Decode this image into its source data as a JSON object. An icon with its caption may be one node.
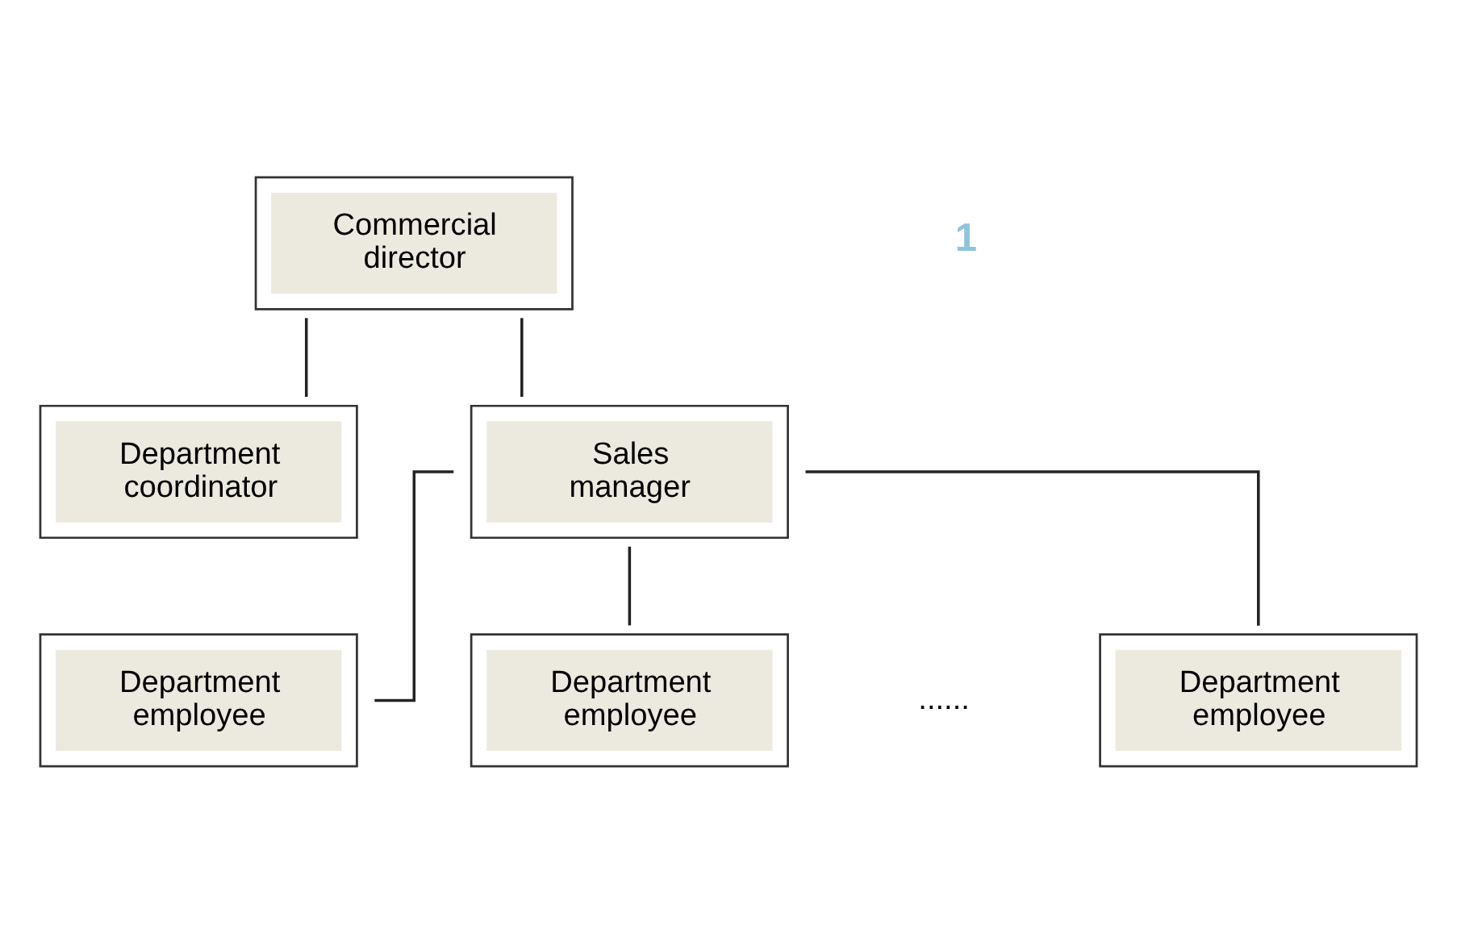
{
  "diagram": {
    "nodes": [
      {
        "text": [
          "Commercial director"
        ]
      },
      {
        "text": [
          "Department coordinator"
        ]
      },
      {
        "text": [
          "Sales manager"
        ]
      },
      {
        "text": [
          "Department employee"
        ]
      },
      {
        "text": [
          "Department employee"
        ]
      },
      {
        "text": [
          "Department employee"
        ]
      }
    ],
    "edges": [
      {
        "from": 0,
        "to": 1,
        "arrow": "none"
      },
      {
        "from": 0,
        "to": 2,
        "arrow": "none"
      },
      {
        "from": 2,
        "to": 3,
        "arrow": "none"
      },
      {
        "from": 2,
        "to": 4,
        "arrow": "none"
      },
      {
        "from": 2,
        "to": 5,
        "arrow": "none"
      }
    ],
    "labels": [
      "1",
      "......"
    ]
  }
}
